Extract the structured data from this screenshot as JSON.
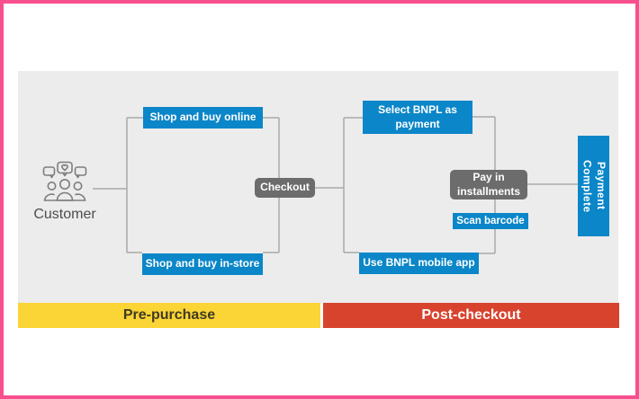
{
  "flowchart": {
    "customer": {
      "label": "Customer",
      "icon": "people-group-icon"
    },
    "nodes": {
      "shop_online": {
        "label": "Shop and buy online"
      },
      "shop_instore": {
        "label": "Shop and buy in-store"
      },
      "checkout": {
        "label": "Checkout"
      },
      "select_bnpl": {
        "label": "Select BNPL as\npayment"
      },
      "pay_installments": {
        "label": "Pay in\ninstallments"
      },
      "scan_barcode": {
        "label": "Scan barcode"
      },
      "use_bnpl_app": {
        "label": "Use BNPL mobile app"
      },
      "payment_complete": {
        "label": "Payment Complete"
      }
    },
    "phases": {
      "pre_purchase": {
        "label": "Pre-purchase",
        "color": "#fbd435"
      },
      "post_checkout": {
        "label": "Post-checkout",
        "color": "#d8432e"
      }
    },
    "colors": {
      "frame_border": "#f8508f",
      "panel_background": "#ececec",
      "node_blue": "#0b86c8",
      "node_gray": "#6c6c6c",
      "connector": "#a9a9a9"
    }
  }
}
